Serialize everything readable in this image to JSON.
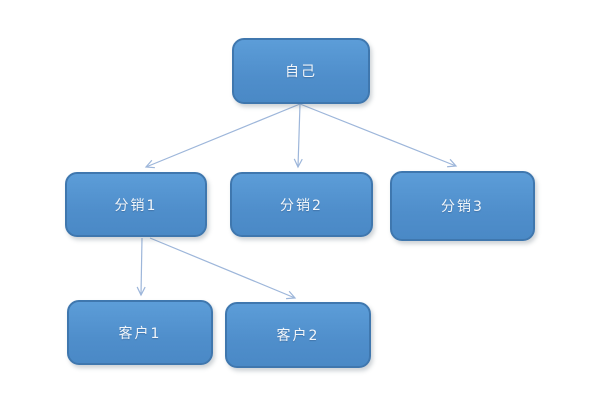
{
  "diagram": {
    "type": "hierarchy-flowchart",
    "background": "#ffffff",
    "colors": {
      "node_fill": "#5393d0",
      "node_border": "#3f77ae",
      "node_text": "#f2f6fa",
      "connector": "#9db6da"
    },
    "nodes": [
      {
        "id": "self",
        "label": "自己",
        "level": 1
      },
      {
        "id": "dist1",
        "label": "分销1",
        "level": 2
      },
      {
        "id": "dist2",
        "label": "分销2",
        "level": 2
      },
      {
        "id": "dist3",
        "label": "分销3",
        "level": 2
      },
      {
        "id": "cust1",
        "label": "客户1",
        "level": 3
      },
      {
        "id": "cust2",
        "label": "客户2",
        "level": 3
      }
    ],
    "edges": [
      {
        "from": "self",
        "to": "dist1"
      },
      {
        "from": "self",
        "to": "dist2"
      },
      {
        "from": "self",
        "to": "dist3"
      },
      {
        "from": "dist1",
        "to": "cust1"
      },
      {
        "from": "dist1",
        "to": "cust2"
      }
    ]
  }
}
